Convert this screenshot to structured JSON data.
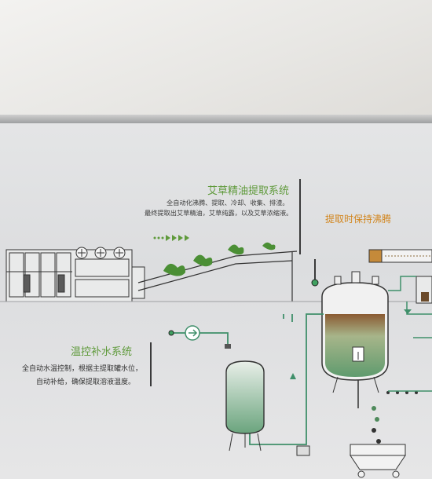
{
  "systems": {
    "extraction": {
      "title": "艾草精油提取系统",
      "lines": [
        "全自动化沸腾、提取、冷却、收集、排渣。",
        "最终提取出艾草精油，艾草纯露，以及艾草浓缩液。"
      ]
    },
    "boiling": {
      "title": "提取时保持沸腾"
    },
    "water": {
      "title": "温控补水系统",
      "lines": [
        "全自动水温控制，根据主提取罐水位，",
        "自动补给，确保提取溶液温度。"
      ]
    }
  },
  "colors": {
    "accent_green": "#5f9a3b",
    "accent_orange": "#d2861f",
    "pipe_green": "#3f8f6a"
  }
}
